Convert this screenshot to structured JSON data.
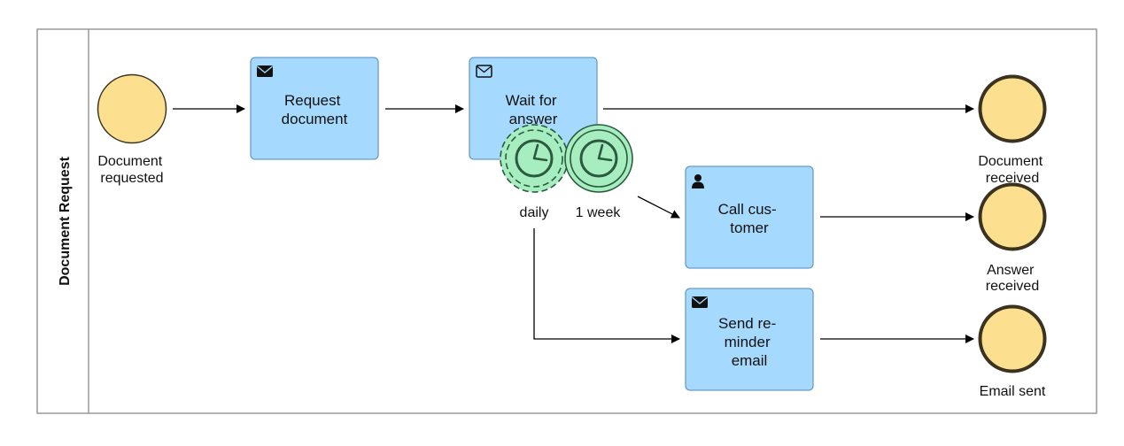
{
  "diagram": {
    "pool": {
      "label": "Document Request"
    },
    "colors": {
      "task_fill": "#a5dafe",
      "task_stroke": "#6a9cc6",
      "event_fill": "#fde08f",
      "event_stroke": "#3b3320",
      "timer_fill": "#a6eec0",
      "timer_stroke": "#2b5a3e",
      "line": "#000000",
      "pool_stroke": "#999999"
    },
    "start_event": {
      "label_lines": [
        "Document",
        "requested"
      ]
    },
    "tasks": {
      "request_document": {
        "label_lines": [
          "Request",
          "document"
        ],
        "icon": "envelope-filled-icon"
      },
      "wait_for_answer": {
        "label_lines": [
          "Wait for",
          "answer"
        ],
        "icon": "envelope-outline-icon"
      },
      "call_customer": {
        "label_lines": [
          "Call cus-",
          "tomer"
        ],
        "icon": "user-icon"
      },
      "send_reminder": {
        "label_lines": [
          "Send re-",
          "minder",
          "email"
        ],
        "icon": "envelope-filled-icon"
      }
    },
    "timers": {
      "daily": {
        "label": "daily",
        "interrupting": false,
        "icon": "clock-icon"
      },
      "week": {
        "label": "1 week",
        "interrupting": true,
        "icon": "clock-icon"
      }
    },
    "end_events": {
      "document_received": {
        "label_lines": [
          "Document",
          "received"
        ]
      },
      "answer_received": {
        "label_lines": [
          "Answer",
          "received"
        ]
      },
      "email_sent": {
        "label_lines": [
          "Email sent"
        ]
      }
    }
  }
}
